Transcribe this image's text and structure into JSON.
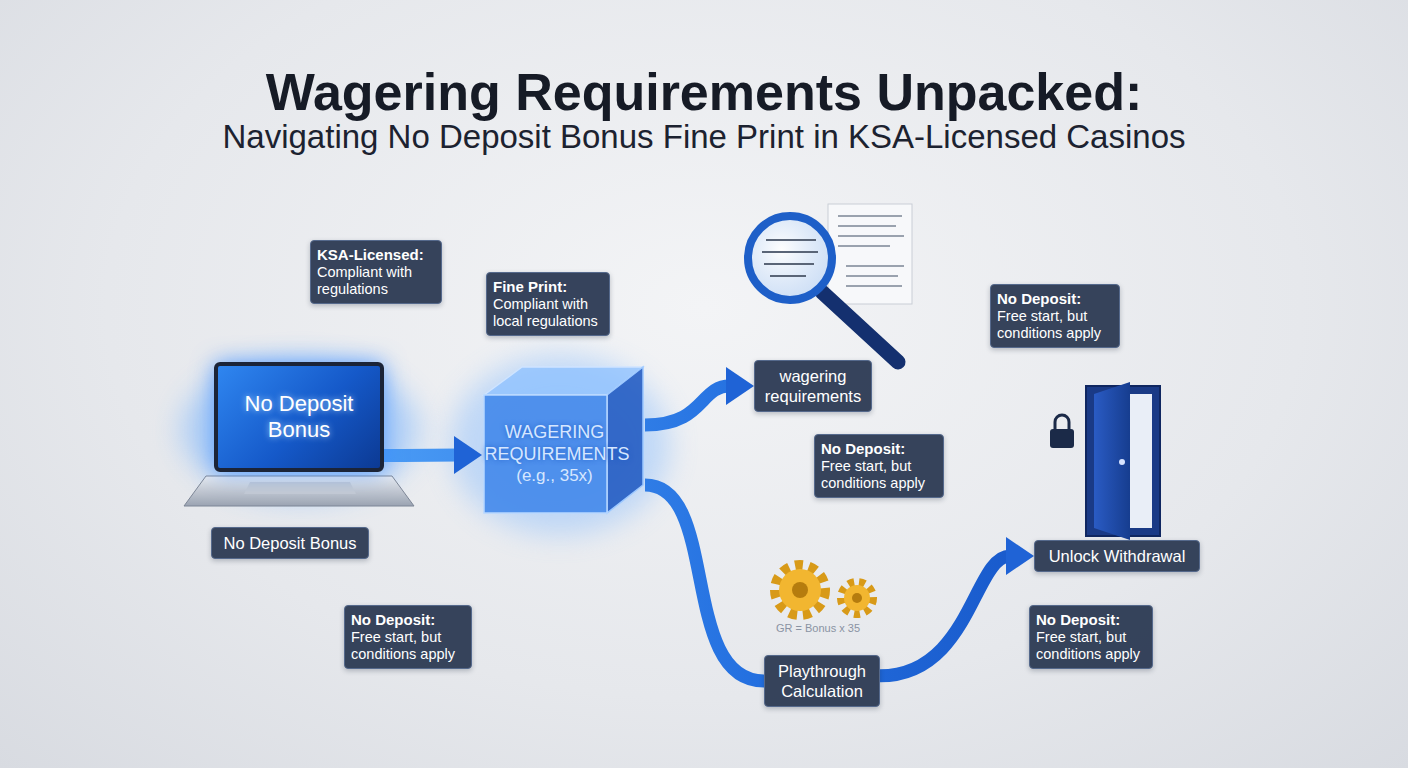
{
  "diagram": {
    "title": "Wagering Requirements Unpacked:",
    "nodes": [
      {
        "text": [
          "KSA-Licensed:",
          "Compliant with regulations"
        ]
      },
      {
        "text": [
          "Fine Print:",
          "Compliant with local regulations"
        ]
      },
      {
        "text": [
          "No Deposit:",
          "Free start, but conditions apply"
        ]
      },
      {
        "text": [
          "No Deposit Bonus"
        ]
      },
      {
        "text": [
          "WAGERING REQUIREMENTS",
          "(e.g., 35x)"
        ]
      },
      {
        "text": [
          "wagering requirements"
        ]
      },
      {
        "text": [
          "No Deposit:",
          "Free start, but conditions apply"
        ]
      },
      {
        "text": [
          "No Deposit Bonus"
        ]
      },
      {
        "text": [
          "Unlock Withdrawal"
        ]
      },
      {
        "text": [
          "No Deposit:",
          "Free start, but conditions apply"
        ]
      },
      {
        "text": [
          "No Deposit:",
          "Free start, but conditions apply"
        ]
      },
      {
        "text": [
          "Playthrough Calculation"
        ]
      }
    ],
    "edges": [
      {
        "from": 3,
        "to": 4,
        "arrow": "to"
      },
      {
        "from": 4,
        "to": 5,
        "arrow": "to"
      },
      {
        "from": 4,
        "to": 11,
        "arrow": "none"
      },
      {
        "from": 11,
        "to": 8,
        "arrow": "to"
      }
    ],
    "labels": [
      "Navigating No Deposit Bonus Fine Print in KSA-Licensed Casinos",
      "GR = Bonus x 35"
    ]
  }
}
